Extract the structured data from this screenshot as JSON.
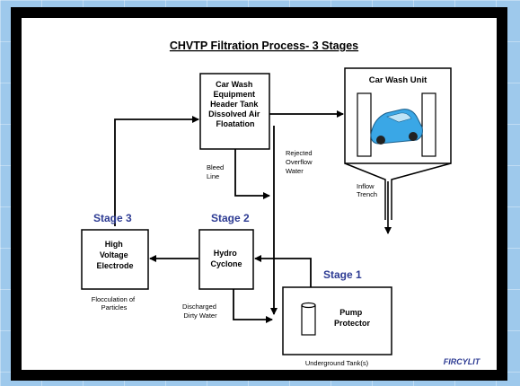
{
  "title": "CHVTP Filtration Process- 3 Stages",
  "boxes": {
    "header_tank": [
      "Car Wash",
      "Equipment",
      "Header Tank",
      "Dissolved Air",
      "Floatation"
    ],
    "car_wash_unit": "Car Wash Unit",
    "hv_electrode": [
      "High",
      "Voltage",
      "Electrode"
    ],
    "hydro_cyclone": [
      "Hydro",
      "Cyclone"
    ],
    "pump_protector": [
      "Pump",
      "Protector"
    ]
  },
  "stages": {
    "stage1": "Stage 1",
    "stage2": "Stage 2",
    "stage3": "Stage 3"
  },
  "labels": {
    "bleed_line": [
      "Bleed",
      "Line"
    ],
    "rejected_overflow": [
      "Rejected",
      "Overflow",
      "Water"
    ],
    "inflow_trench": [
      "Inflow",
      "Trench"
    ],
    "flocculation": [
      "Flocculation of",
      "Particles"
    ],
    "discharged": [
      "Discharged",
      "Dirty Water"
    ],
    "underground_tank": "Underground Tank(s)"
  },
  "logo_text": "FIRCYLIT",
  "colors": {
    "stage": "#2d3b93",
    "background": "#9ec9ec",
    "car": "#3aa7e6"
  }
}
